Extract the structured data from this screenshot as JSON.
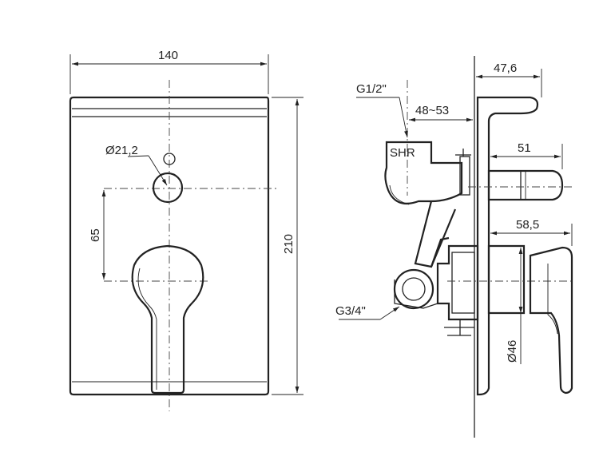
{
  "front_view": {
    "width_label": "140",
    "height_label": "210",
    "hole_label": "Ø21,2",
    "offset_label": "65"
  },
  "side_view": {
    "depth_total_label": "47,6",
    "connection_top_label": "G1/2\"",
    "range_label": "48~53",
    "shr_label": "SHR",
    "spout_label": "51",
    "handle_depth_label": "58,5",
    "connection_bottom_label": "G3/4\"",
    "diameter_label": "Ø46"
  }
}
